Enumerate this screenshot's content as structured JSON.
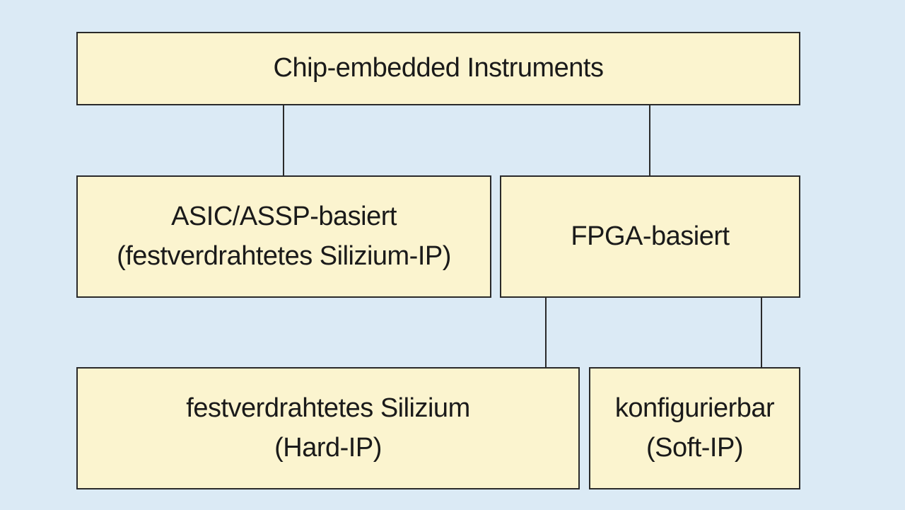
{
  "nodes": {
    "root": {
      "line1": "Chip-embedded Instruments"
    },
    "asic": {
      "line1": "ASIC/ASSP-basiert",
      "line2": "(festverdrahtetes Silizium-IP)"
    },
    "fpga": {
      "line1": "FPGA-basiert"
    },
    "hard": {
      "line1": "festverdrahtetes Silizium",
      "line2": "(Hard-IP)"
    },
    "soft": {
      "line1": "konfigurierbar",
      "line2": "(Soft-IP)"
    }
  },
  "colors": {
    "background": "#dbeaf5",
    "box_fill": "#fbf4cf",
    "box_border": "#2a2a2a"
  }
}
